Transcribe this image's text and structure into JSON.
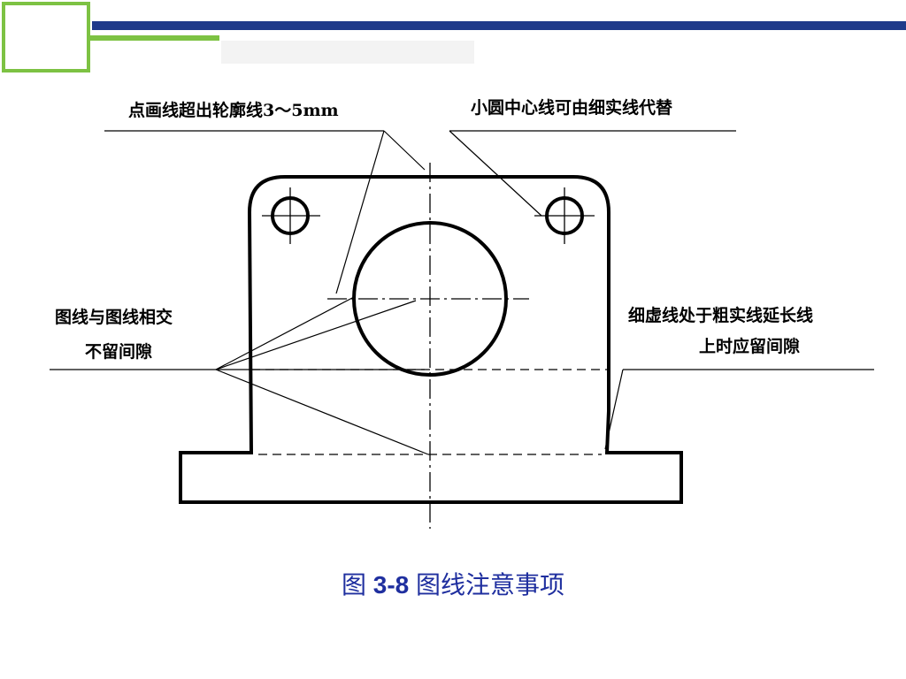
{
  "labels": {
    "centerline_extend": "点画线超出轮廓线3～5mm",
    "small_circle_centerline": "小圆中心线可由细实线代替",
    "lines_intersect_1": "图线与图线相交",
    "lines_intersect_2": "不留间隙",
    "dashed_gap_1": "细虚线处于粗实线延长线",
    "dashed_gap_2": "上时应留间隙"
  },
  "caption": {
    "prefix": "图 ",
    "number": "3-8",
    "title": " 图线注意事项"
  },
  "colors": {
    "header_square": "#7dc243",
    "header_bar": "#1f3a8a",
    "caption_text": "#1f2f9f"
  }
}
